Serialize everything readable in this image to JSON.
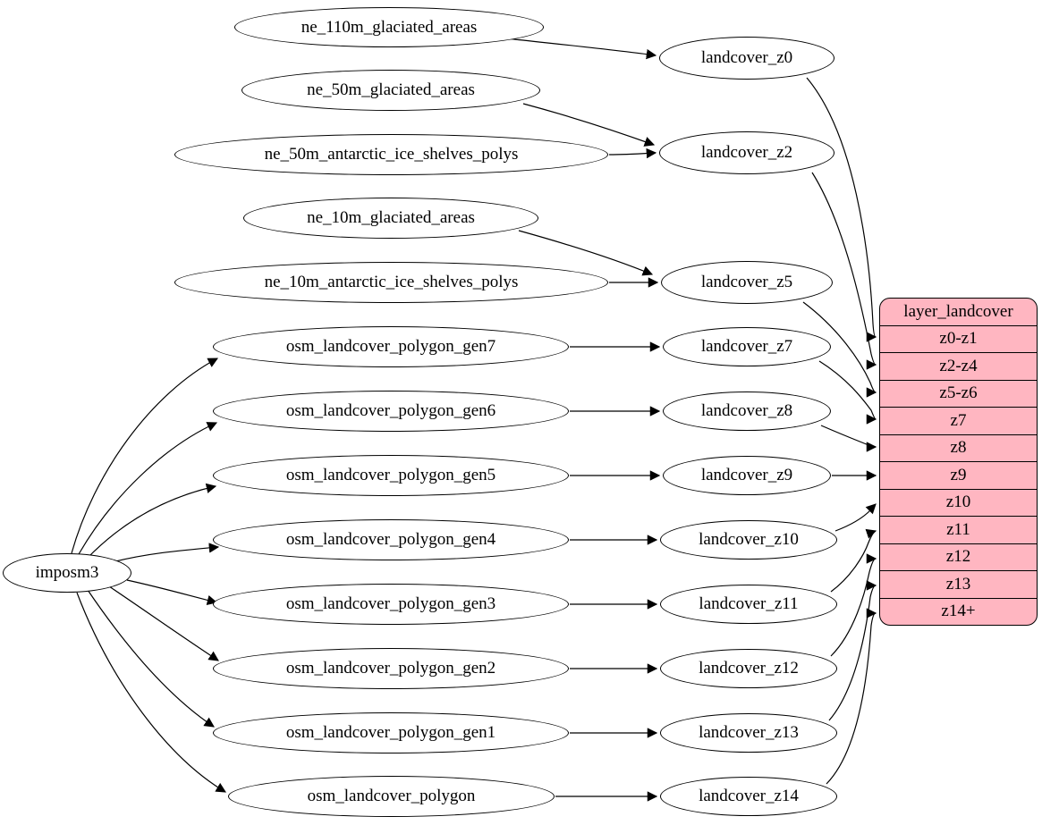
{
  "diagram": {
    "type": "graphviz-flow",
    "nodes": {
      "imposm3": "imposm3",
      "ne110g": "ne_110m_glaciated_areas",
      "ne50g": "ne_50m_glaciated_areas",
      "ne50a": "ne_50m_antarctic_ice_shelves_polys",
      "ne10g": "ne_10m_glaciated_areas",
      "ne10a": "ne_10m_antarctic_ice_shelves_polys",
      "gen7": "osm_landcover_polygon_gen7",
      "gen6": "osm_landcover_polygon_gen6",
      "gen5": "osm_landcover_polygon_gen5",
      "gen4": "osm_landcover_polygon_gen4",
      "gen3": "osm_landcover_polygon_gen3",
      "gen2": "osm_landcover_polygon_gen2",
      "gen1": "osm_landcover_polygon_gen1",
      "poly": "osm_landcover_polygon",
      "z0": "landcover_z0",
      "z2": "landcover_z2",
      "z5": "landcover_z5",
      "z7": "landcover_z7",
      "z8": "landcover_z8",
      "z9": "landcover_z9",
      "z10": "landcover_z10",
      "z11": "landcover_z11",
      "z12": "landcover_z12",
      "z13": "landcover_z13",
      "z14": "landcover_z14"
    },
    "table": {
      "title": "layer_landcover",
      "rows": [
        "z0-z1",
        "z2-z4",
        "z5-z6",
        "z7",
        "z8",
        "z9",
        "z10",
        "z11",
        "z12",
        "z13",
        "z14+"
      ]
    },
    "edges": [
      {
        "from": "ne_110m_glaciated_areas",
        "to": "landcover_z0"
      },
      {
        "from": "ne_50m_glaciated_areas",
        "to": "landcover_z2"
      },
      {
        "from": "ne_50m_antarctic_ice_shelves_polys",
        "to": "landcover_z2"
      },
      {
        "from": "ne_10m_glaciated_areas",
        "to": "landcover_z5"
      },
      {
        "from": "ne_10m_antarctic_ice_shelves_polys",
        "to": "landcover_z5"
      },
      {
        "from": "imposm3",
        "to": "osm_landcover_polygon_gen7"
      },
      {
        "from": "imposm3",
        "to": "osm_landcover_polygon_gen6"
      },
      {
        "from": "imposm3",
        "to": "osm_landcover_polygon_gen5"
      },
      {
        "from": "imposm3",
        "to": "osm_landcover_polygon_gen4"
      },
      {
        "from": "imposm3",
        "to": "osm_landcover_polygon_gen3"
      },
      {
        "from": "imposm3",
        "to": "osm_landcover_polygon_gen2"
      },
      {
        "from": "imposm3",
        "to": "osm_landcover_polygon_gen1"
      },
      {
        "from": "imposm3",
        "to": "osm_landcover_polygon"
      },
      {
        "from": "osm_landcover_polygon_gen7",
        "to": "landcover_z7"
      },
      {
        "from": "osm_landcover_polygon_gen6",
        "to": "landcover_z8"
      },
      {
        "from": "osm_landcover_polygon_gen5",
        "to": "landcover_z9"
      },
      {
        "from": "osm_landcover_polygon_gen4",
        "to": "landcover_z10"
      },
      {
        "from": "osm_landcover_polygon_gen3",
        "to": "landcover_z11"
      },
      {
        "from": "osm_landcover_polygon_gen2",
        "to": "landcover_z12"
      },
      {
        "from": "osm_landcover_polygon_gen1",
        "to": "landcover_z13"
      },
      {
        "from": "osm_landcover_polygon",
        "to": "landcover_z14"
      },
      {
        "from": "landcover_z0",
        "to": "layer_landcover.z0-z1"
      },
      {
        "from": "landcover_z2",
        "to": "layer_landcover.z2-z4"
      },
      {
        "from": "landcover_z5",
        "to": "layer_landcover.z5-z6"
      },
      {
        "from": "landcover_z7",
        "to": "layer_landcover.z7"
      },
      {
        "from": "landcover_z8",
        "to": "layer_landcover.z8"
      },
      {
        "from": "landcover_z9",
        "to": "layer_landcover.z9"
      },
      {
        "from": "landcover_z10",
        "to": "layer_landcover.z10"
      },
      {
        "from": "landcover_z11",
        "to": "layer_landcover.z11"
      },
      {
        "from": "landcover_z12",
        "to": "layer_landcover.z12"
      },
      {
        "from": "landcover_z13",
        "to": "layer_landcover.z13"
      },
      {
        "from": "landcover_z14",
        "to": "layer_landcover.z14+"
      }
    ],
    "colors": {
      "background": "#ffffff",
      "node_fill": "#ffffff",
      "node_stroke": "#000000",
      "edge_color": "#000000",
      "table_fill": "#ffb6c1",
      "text_color": "#000000"
    }
  }
}
